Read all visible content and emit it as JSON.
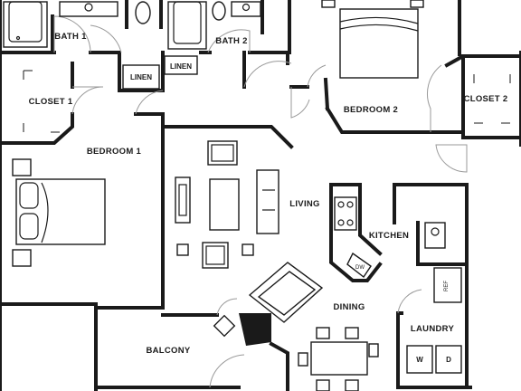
{
  "rooms": {
    "bath1": "BATH 1",
    "bath2": "BATH 2",
    "linen1": "LINEN",
    "linen2": "LINEN",
    "closet1": "CLOSET 1",
    "closet2": "CLOSET 2",
    "bedroom1": "BEDROOM 1",
    "bedroom2": "BEDROOM 2",
    "living": "LIVING",
    "kitchen": "KITCHEN",
    "dining": "DINING",
    "laundry": "LAUNDRY",
    "balcony": "BALCONY"
  },
  "appliances": {
    "ref": "REF",
    "washer": "W",
    "dryer": "D",
    "dishwasher": "DW"
  },
  "colors": {
    "wall": "#1a1a1a",
    "door_swing": "#999999",
    "background": "#ffffff"
  }
}
